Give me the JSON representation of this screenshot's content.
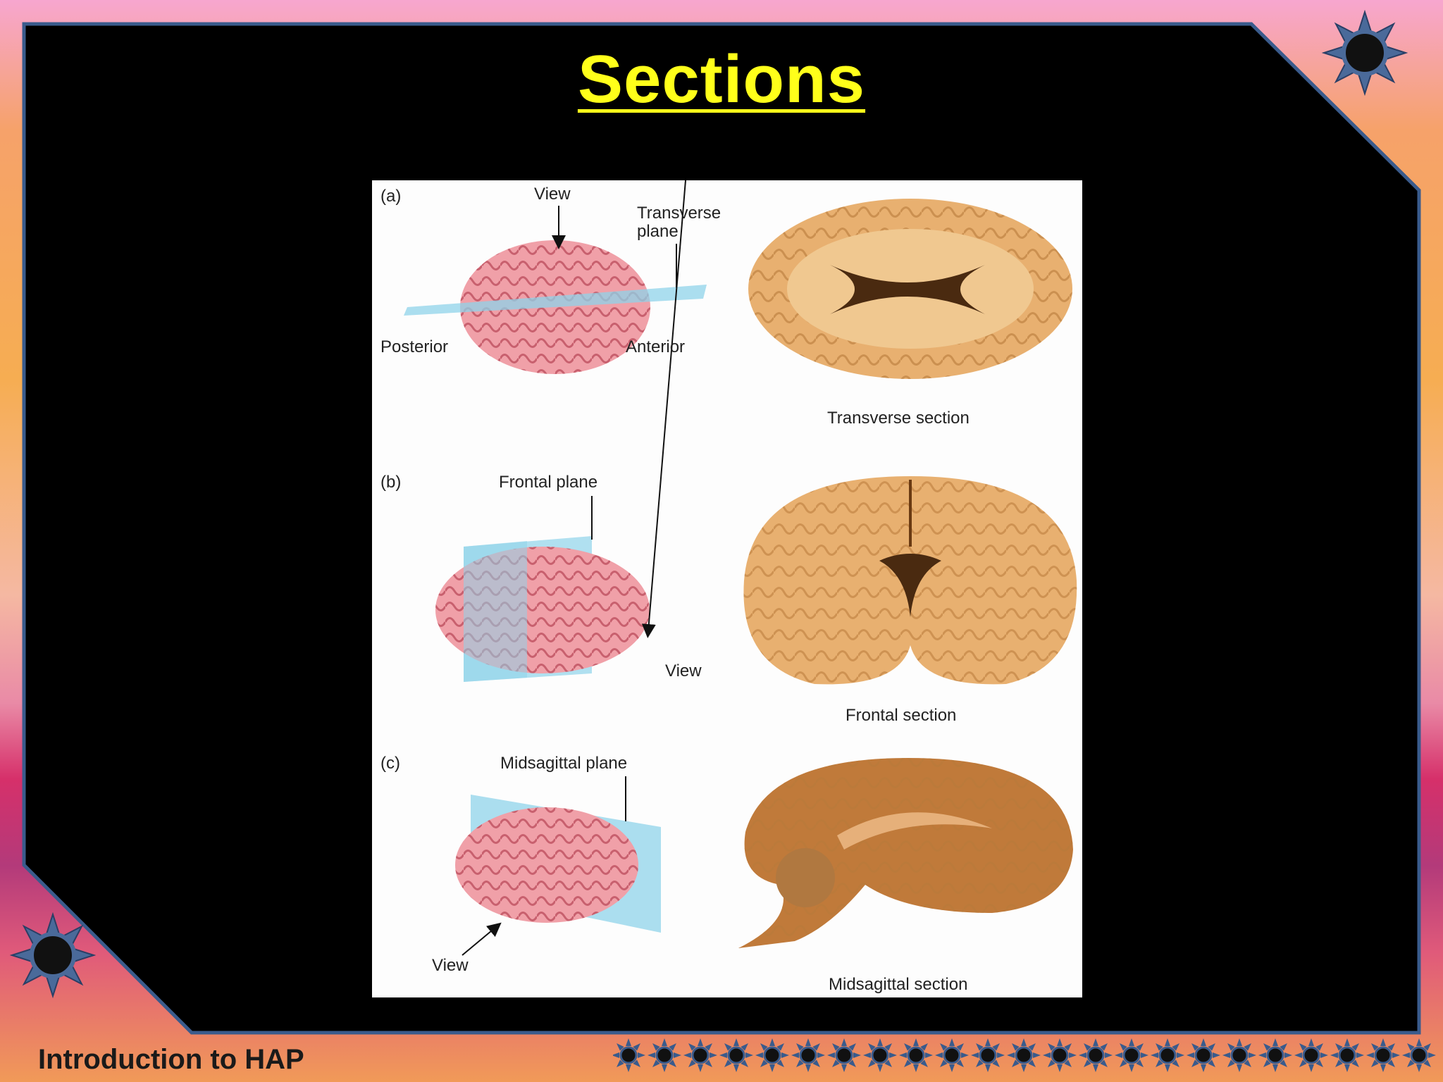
{
  "slide": {
    "title": "Sections",
    "footer": "Introduction to HAP"
  },
  "figure": {
    "panel_a": {
      "letter": "(a)",
      "view": "View",
      "plane_line1": "Transverse",
      "plane_line2": "plane",
      "posterior": "Posterior",
      "anterior": "Anterior",
      "section": "Transverse section"
    },
    "panel_b": {
      "letter": "(b)",
      "plane": "Frontal plane",
      "view": "View",
      "section": "Frontal section"
    },
    "panel_c": {
      "letter": "(c)",
      "plane": "Midsagittal plane",
      "view": "View",
      "section": "Midsagittal section"
    }
  },
  "colors": {
    "title": "#ffff1a",
    "frame_border": "#3a5b8c",
    "sun": "#4a6a9a",
    "brain_pink": "#f0a0a8",
    "plane_blue": "#8fd3ea",
    "section_tan": "#e8b070"
  },
  "icons": [
    "sun-icon"
  ]
}
